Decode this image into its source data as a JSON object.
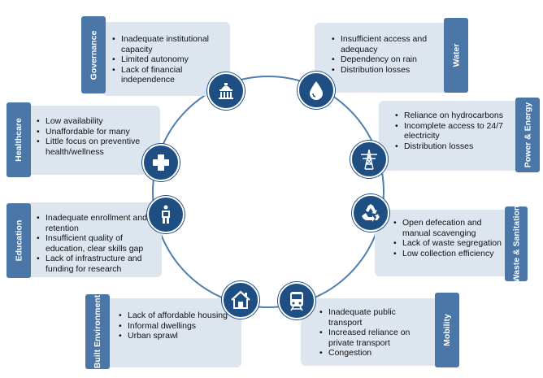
{
  "categories": [
    {
      "key": "governance",
      "tab": "Governance",
      "icon": "government-building-icon",
      "items": [
        "Inadequate institutional capacity",
        "Limited autonomy",
        "Lack of financial independence"
      ]
    },
    {
      "key": "water",
      "tab": "Water",
      "icon": "water-drop-icon",
      "items": [
        "Insufficient access  and adequacy",
        "Dependency on rain",
        "Distribution losses"
      ]
    },
    {
      "key": "healthcare",
      "tab": "Healthcare",
      "icon": "medical-cross-icon",
      "items": [
        "Low availability",
        "Unaffordable for many",
        "Little focus on preventive health/wellness"
      ]
    },
    {
      "key": "power",
      "tab": "Power & Energy",
      "icon": "power-tower-icon",
      "items": [
        "Reliance on hydrocarbons",
        "Incomplete access to 24/7 electricity",
        "Distribution losses"
      ]
    },
    {
      "key": "education",
      "tab": "Education",
      "icon": "reading-person-icon",
      "items": [
        "Inadequate enrollment and retention",
        "Insufficient quality of education, clear skills gap",
        "Lack of infrastructure and funding for research"
      ]
    },
    {
      "key": "waste",
      "tab": "Waste & Sanitation",
      "icon": "recycle-icon",
      "items": [
        "Open defecation and manual scavenging",
        "Lack of waste segregation",
        "Low collection efficiency"
      ]
    },
    {
      "key": "built",
      "tab": "Built Environment",
      "icon": "house-icon",
      "items": [
        "Lack of affordable housing",
        "Informal dwellings",
        "Urban sprawl"
      ]
    },
    {
      "key": "mobility",
      "tab": "Mobility",
      "icon": "train-icon",
      "items": [
        "Inadequate public transport",
        "Increased reliance on private transport",
        "Congestion"
      ]
    }
  ],
  "colors": {
    "panel": "#dde5ef",
    "tab": "#4a77a8",
    "node": "#1f4e83",
    "ring": "#4f7eae"
  }
}
